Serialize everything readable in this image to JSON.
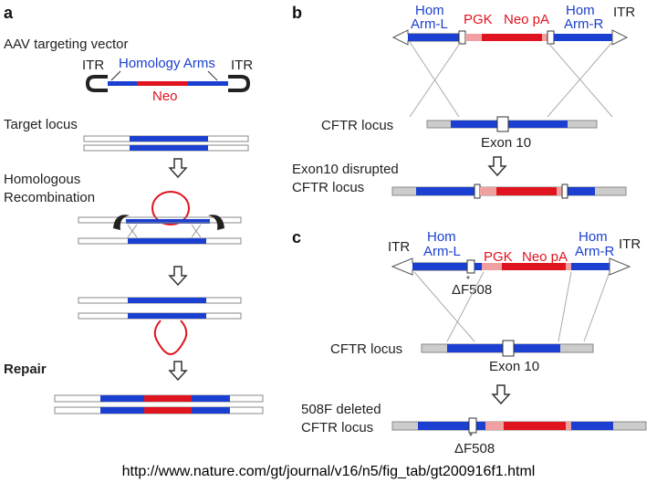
{
  "panels": {
    "a": "a",
    "b": "b",
    "c": "c"
  },
  "panel_a": {
    "title": "AAV targeting vector",
    "itr_left": "ITR",
    "itr_right": "ITR",
    "homology_arms": "Homology Arms",
    "neo": "Neo",
    "target_locus": "Target locus",
    "homologous_1": "Homologous",
    "homologous_2": "Recombination",
    "repair": "Repair"
  },
  "panel_b": {
    "hom_l_1": "Hom",
    "hom_l_2": "Arm-L",
    "pgk": "PGK",
    "neo_pa": "Neo pA",
    "hom_r_1": "Hom",
    "hom_r_2": "Arm-R",
    "itr": "ITR",
    "cftr_locus": "CFTR locus",
    "exon10": "Exon 10",
    "disrupted_1": "Exon10 disrupted",
    "disrupted_2": "CFTR locus"
  },
  "panel_c": {
    "itr_left": "ITR",
    "hom_l_1": "Hom",
    "hom_l_2": "Arm-L",
    "pgk": "PGK",
    "neo_pa": "Neo pA",
    "hom_r_1": "Hom",
    "hom_r_2": "Arm-R",
    "itr_right": "ITR",
    "delta_f508_top": "ΔF508",
    "cftr_locus": "CFTR locus",
    "exon10": "Exon 10",
    "deleted_1": "508F deleted",
    "deleted_2": "CFTR locus",
    "delta_f508_bottom": "ΔF508"
  },
  "url": "http://www.nature.com/gt/journal/v16/n5/fig_tab/gt200916f1.html",
  "colors": {
    "blue": "#1b3fd0",
    "red": "#e0141e",
    "pink": "#f0a0a0",
    "gray": "#cccccc"
  }
}
